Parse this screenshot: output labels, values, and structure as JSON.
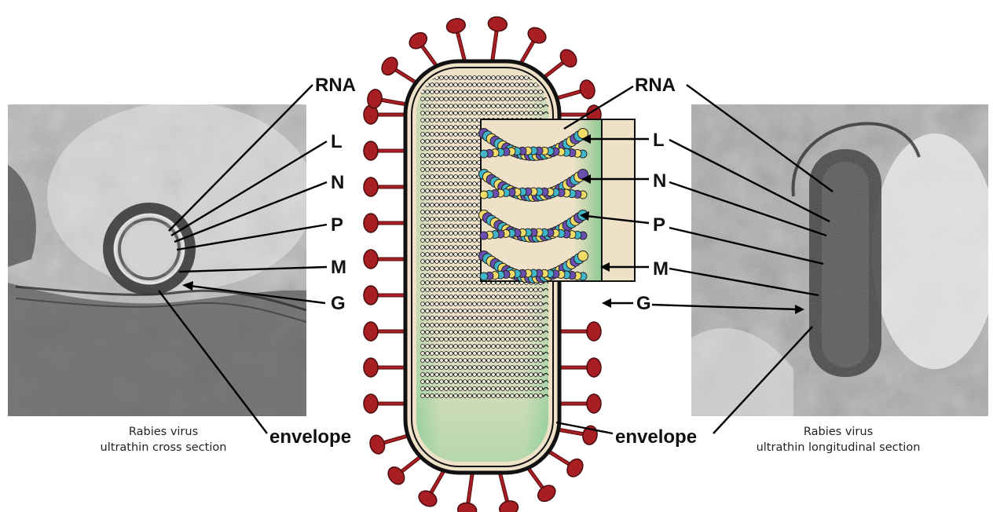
{
  "labels": {
    "left_rna": "RNA",
    "left_l": "L",
    "left_n": "N",
    "left_p": "P",
    "left_m": "M",
    "left_g": "G",
    "left_envelope": "envelope",
    "right_rna": "RNA",
    "right_l": "L",
    "right_n": "N",
    "right_p": "P",
    "right_m": "M",
    "right_g": "G",
    "right_envelope": "envelope"
  },
  "captions": {
    "left_line1": "Rabies virus",
    "left_line2": "ultrathin cross section",
    "right_line1": "Rabies virus",
    "right_line2": "ultrathin longitudinal section"
  },
  "colors": {
    "spike": "#a81e23",
    "envelope_fill": "#efe1c8",
    "matrix_green": "#7ec98f",
    "nucleo_purple": "#6a4fb0",
    "nucleo_cyan": "#3fb6c9",
    "nucleo_yellow": "#f1dc6a"
  }
}
